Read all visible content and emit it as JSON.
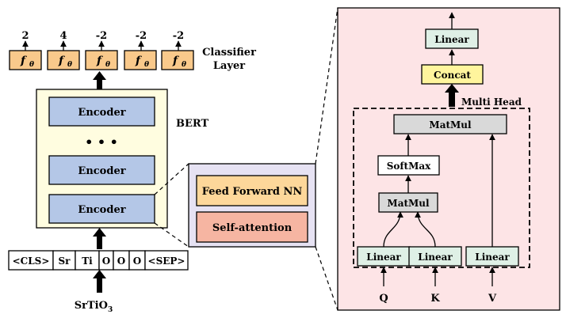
{
  "classifier": {
    "outputs": [
      "2",
      "4",
      "-2",
      "-2",
      "-2"
    ],
    "function_label": "f",
    "function_subscript": "θ",
    "layer_label_line1": "Classifier",
    "layer_label_line2": "Layer"
  },
  "bert": {
    "label": "BERT",
    "encoders": [
      "Encoder",
      "Encoder",
      "Encoder"
    ],
    "ellipsis": "• • •"
  },
  "tokens": [
    "<CLS>",
    "Sr",
    "Ti",
    "O",
    "O",
    "O",
    "<SEP>"
  ],
  "input": {
    "formula_main": "SrTiO",
    "formula_sub": "3"
  },
  "encoder_detail": {
    "feed_forward": "Feed Forward NN",
    "self_attention": "Self-attention"
  },
  "attention": {
    "multi_head_label": "Multi Head",
    "linear_top": "Linear",
    "concat": "Concat",
    "matmul_top": "MatMul",
    "softmax": "SoftMax",
    "matmul_bottom": "MatMul",
    "linear_inputs": [
      "Linear",
      "Linear",
      "Linear"
    ],
    "inputs": [
      "Q",
      "K",
      "V"
    ]
  },
  "colors": {
    "classifier_fill": "#f9c98b",
    "bert_panel": "#fffde0",
    "encoder_fill": "#b4c7e7",
    "detail_panel": "#e6e2f3",
    "feed_forward_fill": "#fdd79a",
    "self_attention_fill": "#f6b5a2",
    "attention_panel": "#fde4e6",
    "linear_fill": "#dff0e6",
    "concat_fill": "#fff59d",
    "matmul_fill": "#d9d9d9"
  }
}
